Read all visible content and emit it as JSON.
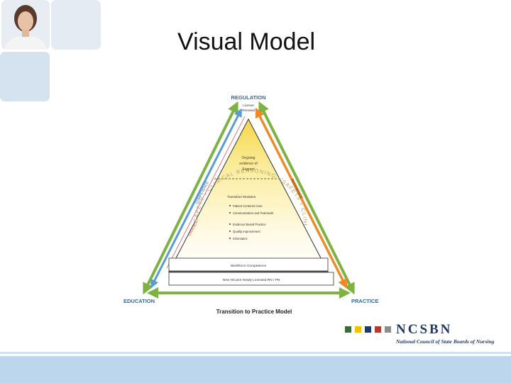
{
  "slide": {
    "title": "Visual Model"
  },
  "diagram": {
    "corner_labels": {
      "top": "REGULATION",
      "left": "EDUCATION",
      "right": "PRACTICE"
    },
    "caption": "Transition to Practice Model",
    "tiers": {
      "top": [
        "License",
        "Renewal"
      ],
      "upper": [
        "Ongoing",
        "evidence of",
        "Support"
      ],
      "middle_heading": "Transition Modules",
      "modules": [
        "Patient Centered Care",
        "Communication and Teamwork",
        "Evidence Based Practice",
        "Quality Improvement",
        "Informatics"
      ],
      "workforce": "Workforce Competence",
      "base": "New NCLEX Newly Licensed RN / PN"
    },
    "arc_text": "SAFETY • CLINICAL REASONING • SAFETY • CLINICAL REASONING",
    "side_labels": {
      "left_outer": "COMPETENCE",
      "right_outer": "REFERENCE",
      "left_inner": "EVIDENCE"
    },
    "colors": {
      "green": "#7cb342",
      "orange": "#ee8a2a",
      "blue": "#5a9bd5",
      "yellow": "#f7df5b",
      "red": "#d9534f"
    }
  },
  "logo": {
    "name": "NCSBN",
    "subtitle": "National Council of State Boards of Nursing",
    "squares": [
      "#3d6a3a",
      "#f2c200",
      "#1f3a68",
      "#b43a2e",
      "#8c8c8c"
    ]
  }
}
